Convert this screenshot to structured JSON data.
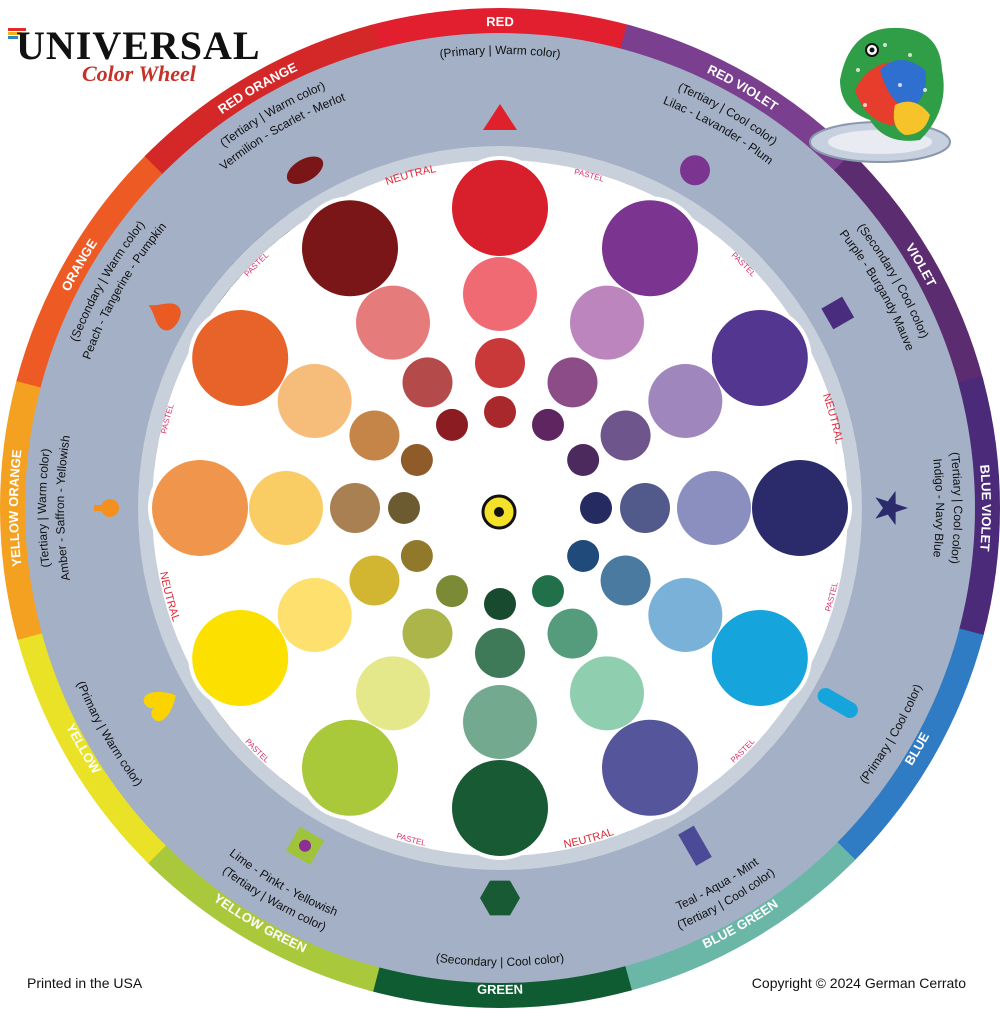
{
  "logo": {
    "brand": "UNIVERSAL",
    "subtitle": "Color Wheel"
  },
  "footer": {
    "printed": "Printed in the USA",
    "copyright": "Copyright © 2024 German Cerrato"
  },
  "ring_labels": [
    {
      "name": "RED",
      "desc": "(Primary | Warm color)",
      "examples": ""
    },
    {
      "name": "RED VIOLET",
      "desc": "(Tertiary | Cool color)",
      "examples": "Lilac - Lavander - Plum"
    },
    {
      "name": "VIOLET",
      "desc": "(Secondary | Cool color)",
      "examples": "Purple - Burgandy Mauve"
    },
    {
      "name": "BLUE VIOLET",
      "desc": "(Tertiary | Cool color)",
      "examples": "Indigo - Navy Blue"
    },
    {
      "name": "BLUE",
      "desc": "(Primary | Cool color)",
      "examples": ""
    },
    {
      "name": "BLUE GREEN",
      "desc": "(Tertiary | Cool color)",
      "examples": "Teal - Aqua - Mint"
    },
    {
      "name": "GREEN",
      "desc": "(Secondary | Cool color)",
      "examples": ""
    },
    {
      "name": "YELLOW GREEN",
      "desc": "(Tertiary | Warm color)",
      "examples": "Lime - Pinkt - Yellowish"
    },
    {
      "name": "YELLOW",
      "desc": "(Primary | Warm color)",
      "examples": ""
    },
    {
      "name": "YELLOW ORANGE",
      "desc": "(Tertiary | Warm color)",
      "examples": "Amber - Saffron - Yellowish"
    },
    {
      "name": "ORANGE",
      "desc": "(Secondary | Warm color)",
      "examples": "Peach - Tangerine - Pumpkin"
    },
    {
      "name": "RED ORANGE",
      "desc": "(Tertiary | Warm color)",
      "examples": "Vermilion - Scarlet - Merlot"
    }
  ],
  "band_labels": {
    "neutral": "NEUTRAL",
    "pastel": "PASTEL"
  },
  "colors": {
    "ring": [
      "#e11f2f",
      "#7a3f8f",
      "#5b2c6f",
      "#4b2a7a",
      "#2f7bc4",
      "#6ab7a8",
      "#0f5c33",
      "#a9c83c",
      "#e9e227",
      "#f4a020",
      "#ee5a24",
      "#d42828"
    ],
    "main": [
      "#d81f2c",
      "#7b3590",
      "#53368f",
      "#2b2a6b",
      "#15a5dc",
      "#55559b",
      "#175a33",
      "#a9c93a",
      "#fbe000",
      "#f0964c",
      "#e8632a",
      "#7a1518"
    ],
    "pastel": [
      "#f06a74",
      "#bd85bd",
      "#9f86bd",
      "#8a8fbf",
      "#7ab1d8",
      "#8fcfb0",
      "#72a98f",
      "#e5e88a",
      "#fde06e",
      "#f9cd64",
      "#f6bc7a",
      "#e57b7b"
    ],
    "mid": [
      "#c9393a",
      "#8b4c88",
      "#6e558b",
      "#515a8b",
      "#4a7aa0",
      "#549c7b",
      "#3f7a58",
      "#acb54a",
      "#d2b530",
      "#a98052",
      "#c68548",
      "#b54a4a"
    ],
    "dark": [
      "#a8282c",
      "#5e2560",
      "#4d2a5e",
      "#252a60",
      "#1f4a7a",
      "#21704a",
      "#184a30",
      "#7b8a35",
      "#91792b",
      "#6c5a30",
      "#8f5b28",
      "#8a1c22"
    ],
    "bands": [
      "#c0858c",
      "#8f8bb4",
      "#6c6e72",
      "#7ea2c0",
      "#657f9a",
      "#5a99a0",
      "#8e9a7b",
      "#7a4d2a",
      "#b8a596",
      "#a27b80",
      "#1f1617"
    ],
    "frame": "#a3b0c6",
    "frame_ring": "#c8d0dc"
  },
  "center_icon": "eye-icon",
  "mascot_icon": "chameleon-illustration"
}
